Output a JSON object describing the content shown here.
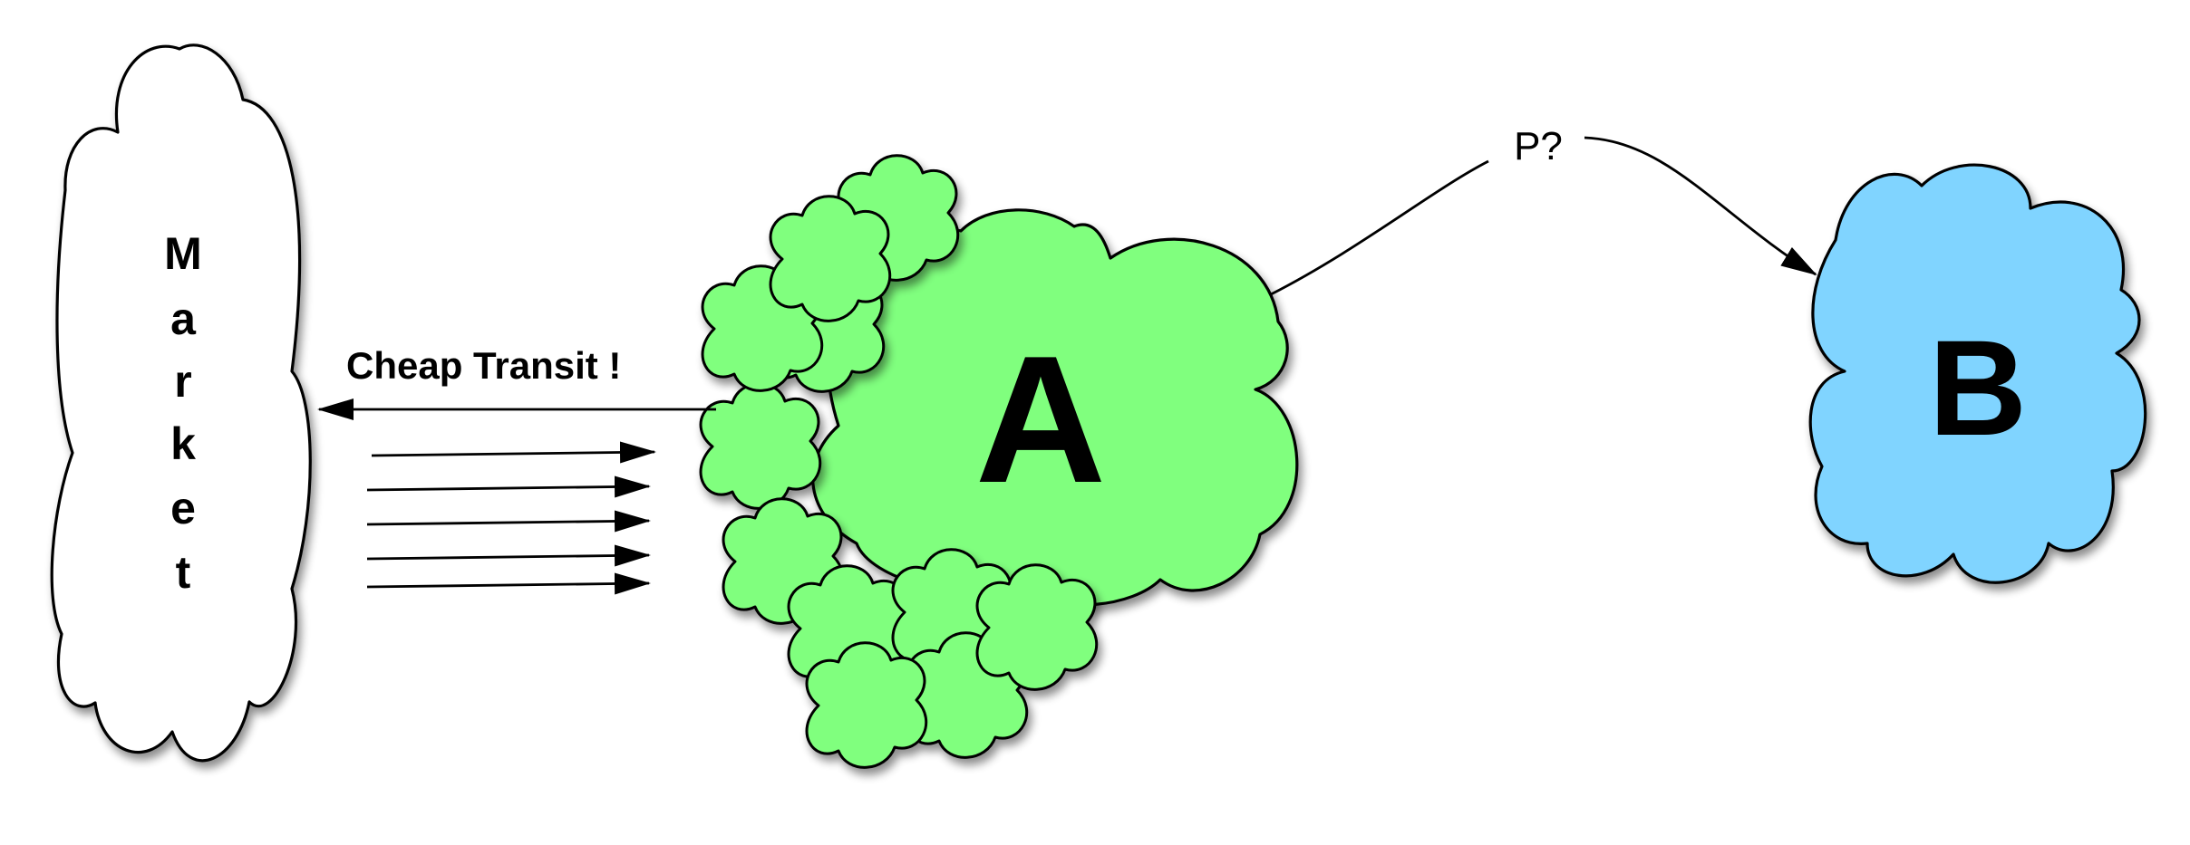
{
  "diagram": {
    "market_letters": [
      "M",
      "a",
      "r",
      "k",
      "e",
      "t"
    ],
    "transit_label": "Cheap Transit !",
    "network_a_label": "A",
    "network_b_label": "B",
    "link_label": "P?"
  },
  "colors": {
    "market_fill": "#ffffff",
    "network_a_fill": "#80ff7e",
    "network_b_fill": "#80d4ff",
    "outline": "#000000"
  }
}
